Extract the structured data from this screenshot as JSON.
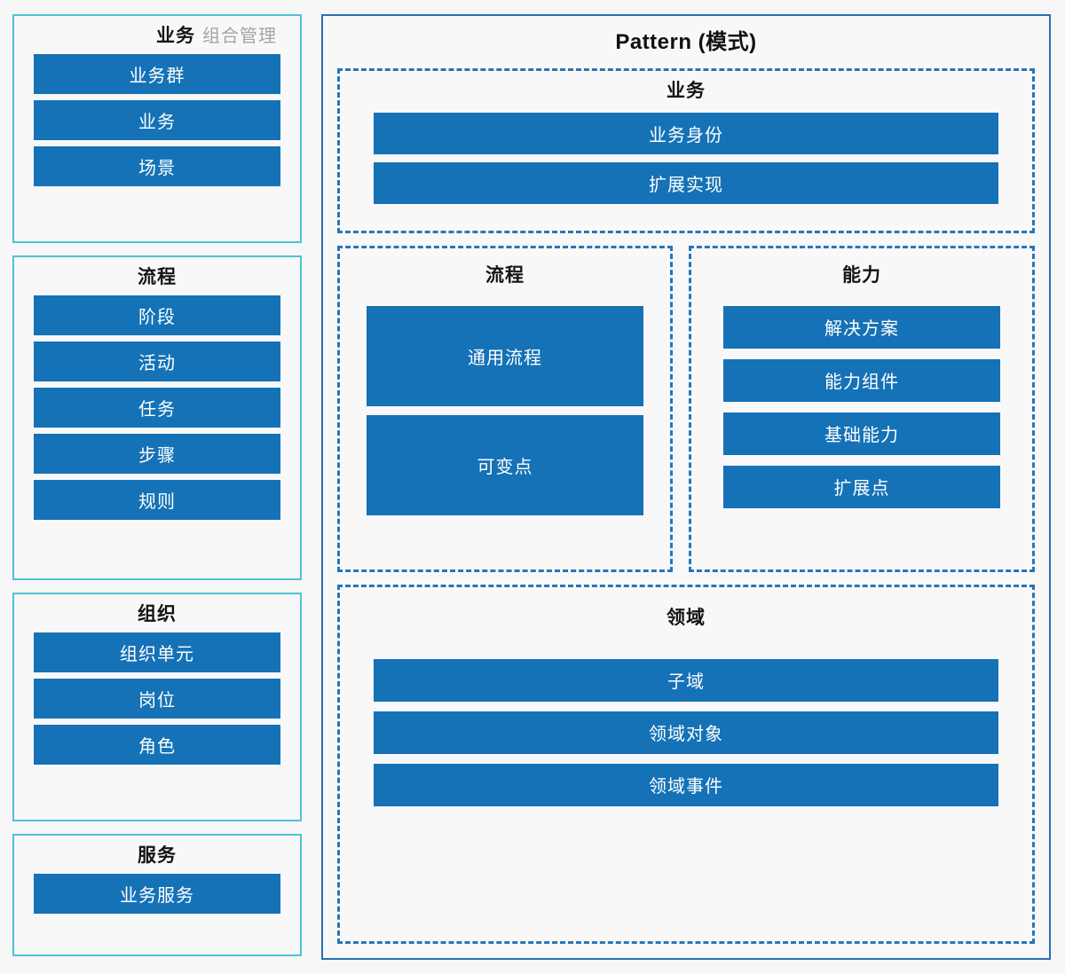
{
  "page": {
    "background": "#f7f7f8",
    "bar_color": "#1572b6",
    "left_border_color": "#4ec3d6",
    "right_border_color": "#2a6fb4",
    "dashed_border_color": "#2575bb"
  },
  "left_column": {
    "cards": [
      {
        "title": "业务",
        "subtitle": "组合管理",
        "items": [
          "业务群",
          "业务",
          "场景"
        ]
      },
      {
        "title": "流程",
        "subtitle": "",
        "items": [
          "阶段",
          "活动",
          "任务",
          "步骤",
          "规则"
        ]
      },
      {
        "title": "组织",
        "subtitle": "",
        "items": [
          "组织单元",
          "岗位",
          "角色"
        ]
      },
      {
        "title": "服务",
        "subtitle": "",
        "items": [
          "业务服务"
        ]
      }
    ]
  },
  "right_panel": {
    "title": "Pattern (模式)",
    "sections": [
      {
        "title": "业务",
        "items": [
          "业务身份",
          "扩展实现"
        ]
      },
      {
        "title": "流程",
        "items": [
          "通用流程",
          "可变点"
        ]
      },
      {
        "title": "能力",
        "items": [
          "解决方案",
          "能力组件",
          "基础能力",
          "扩展点"
        ]
      },
      {
        "title": "领域",
        "items": [
          "子域",
          "领域对象",
          "领域事件"
        ]
      }
    ]
  }
}
